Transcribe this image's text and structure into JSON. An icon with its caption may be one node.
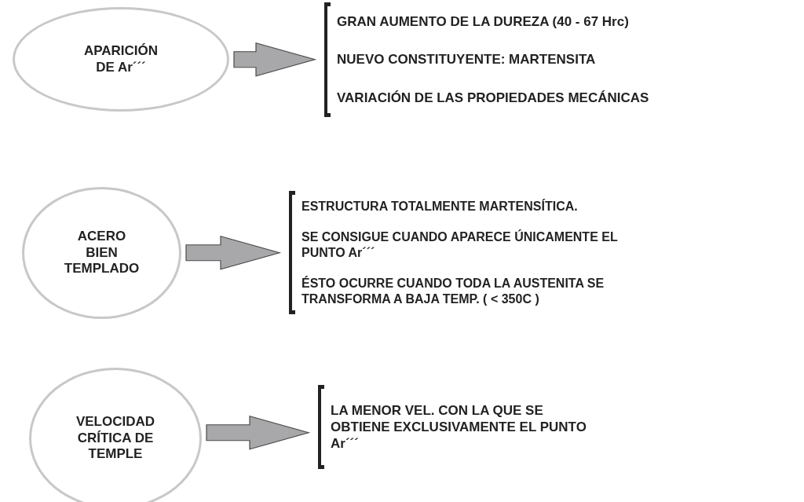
{
  "diagram": {
    "nodes": [
      {
        "text": [
          "APARICIÓN DE Ar´´´"
        ]
      },
      {
        "text": [
          "GRAN AUMENTO DE LA DUREZA (40 - 67 Hrc)",
          "NUEVO CONSTITUYENTE:  MARTENSITA",
          "VARIACIÓN DE LAS PROPIEDADES MECÁNICAS"
        ]
      },
      {
        "text": [
          "ACERO BIEN TEMPLADO"
        ]
      },
      {
        "text": [
          "ESTRUCTURA TOTALMENTE MARTENSÍTICA.",
          "SE CONSIGUE CUANDO APARECE ÚNICAMENTE EL PUNTO Ar´´´",
          "ÉSTO OCURRE CUANDO TODA LA AUSTENITA SE TRANSFORMA A BAJA TEMP. ( < 350C )"
        ]
      },
      {
        "text": [
          "VELOCIDAD CRÍTICA DE TEMPLE"
        ]
      },
      {
        "text": [
          "LA MENOR VEL. CON LA QUE SE OBTIENE EXCLUSIVAMENTE EL PUNTO Ar´´´"
        ]
      }
    ],
    "edges": [
      {
        "from": 0,
        "to": 1,
        "arrow": "to"
      },
      {
        "from": 2,
        "to": 3,
        "arrow": "to"
      },
      {
        "from": 4,
        "to": 5,
        "arrow": "to"
      }
    ]
  }
}
